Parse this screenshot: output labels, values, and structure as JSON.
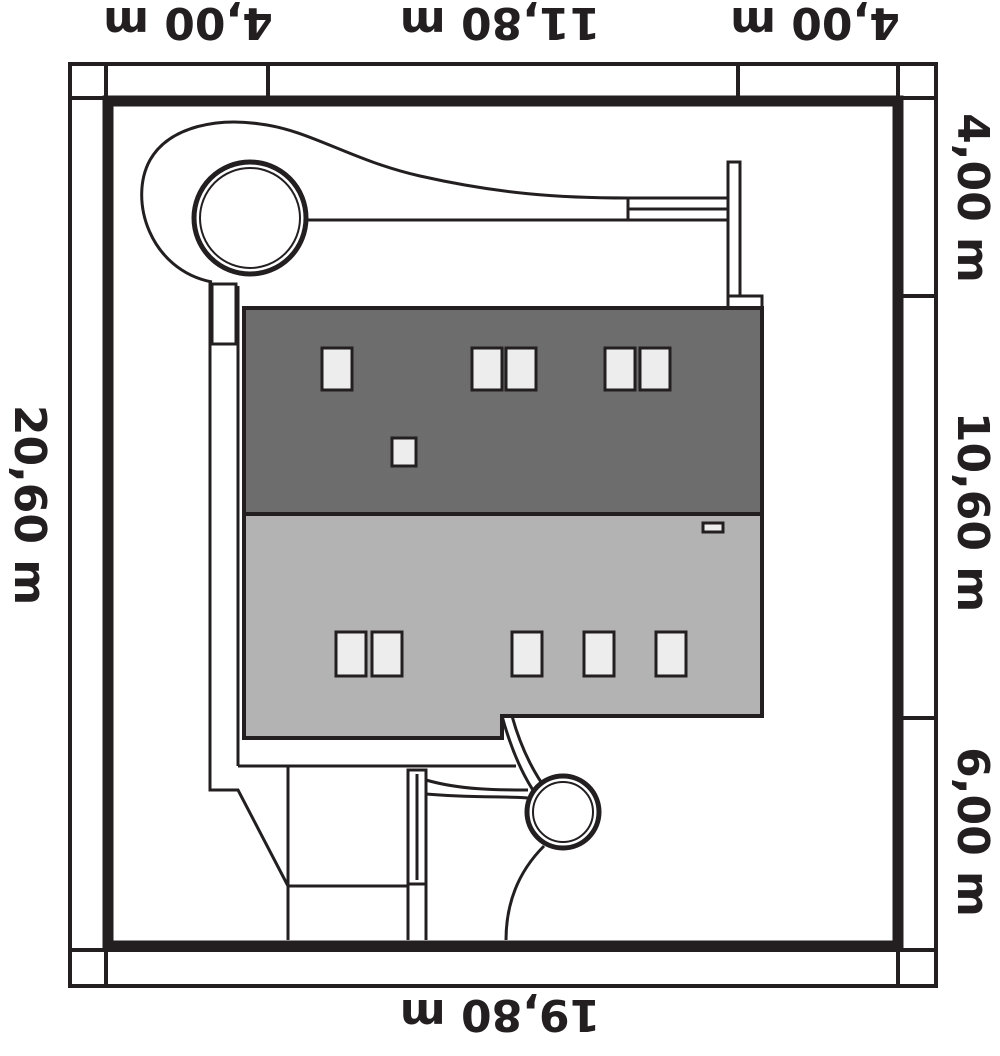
{
  "dimensions": {
    "top_left": "4,00 m",
    "top_center": "11,80 m",
    "top_right": "4,00 m",
    "bottom": "19,80 m",
    "left": "20,60 m",
    "right_top": "4,00 m",
    "right_middle": "10,60 m",
    "right_bottom": "6,00 m"
  },
  "colors": {
    "line": "#231f20",
    "roof_dark": "#6d6d6d",
    "roof_light": "#b3b3b3",
    "window": "#ededed",
    "background": "#ffffff"
  }
}
